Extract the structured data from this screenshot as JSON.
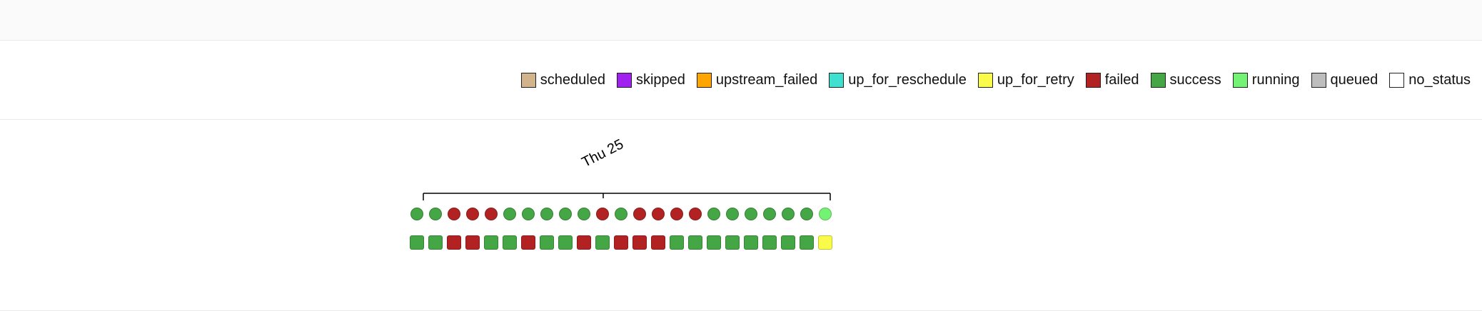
{
  "legend": {
    "items": [
      {
        "label": "scheduled",
        "state": "scheduled"
      },
      {
        "label": "skipped",
        "state": "skipped"
      },
      {
        "label": "upstream_failed",
        "state": "upstream_failed"
      },
      {
        "label": "up_for_reschedule",
        "state": "up_for_reschedule"
      },
      {
        "label": "up_for_retry",
        "state": "up_for_retry"
      },
      {
        "label": "failed",
        "state": "failed"
      },
      {
        "label": "success",
        "state": "success"
      },
      {
        "label": "running",
        "state": "running"
      },
      {
        "label": "queued",
        "state": "queued"
      },
      {
        "label": "no_status",
        "state": "no_status"
      }
    ]
  },
  "state_colors": {
    "scheduled": "#D2B48C",
    "skipped": "#A020F0",
    "upstream_failed": "#FFA500",
    "up_for_reschedule": "#40E0D0",
    "up_for_retry": "#FAFA4B",
    "failed": "#B22222",
    "success": "#45A645",
    "running": "#74F274",
    "queued": "#BDBDBD",
    "no_status": "#FFFFFF"
  },
  "axis": {
    "tick_label": "Thu 25"
  },
  "grid": {
    "dag_runs": [
      "success",
      "success",
      "failed",
      "failed",
      "failed",
      "success",
      "success",
      "success",
      "success",
      "success",
      "failed",
      "success",
      "failed",
      "failed",
      "failed",
      "failed",
      "success",
      "success",
      "success",
      "success",
      "success",
      "success",
      "running"
    ],
    "task_instances": [
      "success",
      "success",
      "failed",
      "failed",
      "success",
      "success",
      "failed",
      "success",
      "success",
      "failed",
      "success",
      "failed",
      "failed",
      "failed",
      "success",
      "success",
      "success",
      "success",
      "success",
      "success",
      "success",
      "success",
      "up_for_retry"
    ]
  }
}
